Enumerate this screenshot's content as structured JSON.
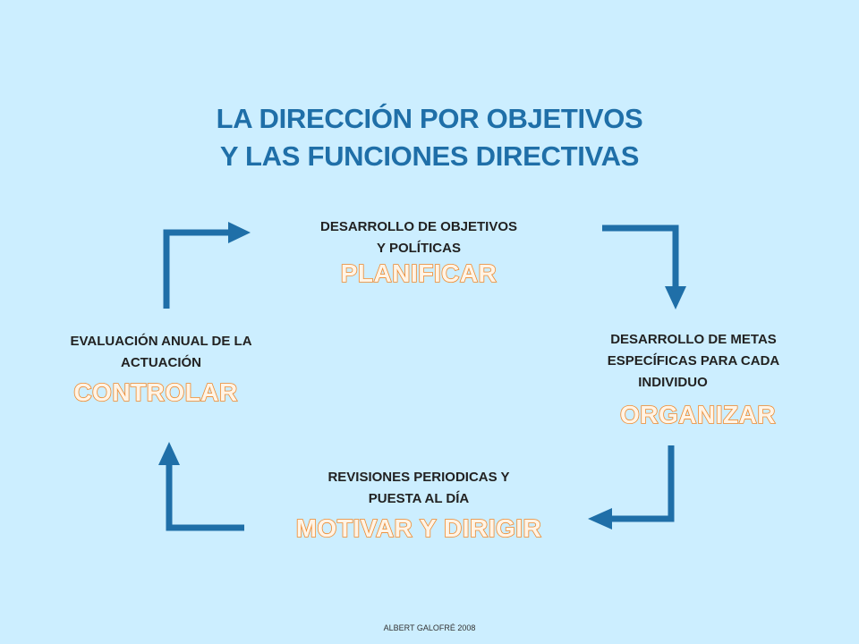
{
  "title": {
    "line1": "LA DIRECCIÓN POR OBJETIVOS",
    "line2": "Y LAS FUNCIONES DIRECTIVAS"
  },
  "nodes": {
    "top": {
      "desc1": "DESARROLLO DE OBJETIVOS",
      "desc2": "Y POLÍTICAS",
      "function": "PLANIFICAR"
    },
    "right": {
      "desc1": "DESARROLLO DE METAS",
      "desc2": "ESPECÍFICAS PARA CADA",
      "desc3": "INDIVIDUO",
      "function": "ORGANIZAR"
    },
    "bottom": {
      "desc1": "REVISIONES PERIODICAS Y",
      "desc2": "PUESTA AL DÍA",
      "function": "MOTIVAR Y DIRIGIR"
    },
    "left": {
      "desc1": "EVALUACIÓN ANUAL DE LA",
      "desc2": "ACTUACIÓN",
      "function": "CONTROLAR"
    }
  },
  "footer": "ALBERT GALOFRÉ 2008",
  "colors": {
    "background": "#cceeff",
    "title": "#1f6fa8",
    "arrow": "#1f6fa8",
    "function_outline": "#f08a2e"
  }
}
